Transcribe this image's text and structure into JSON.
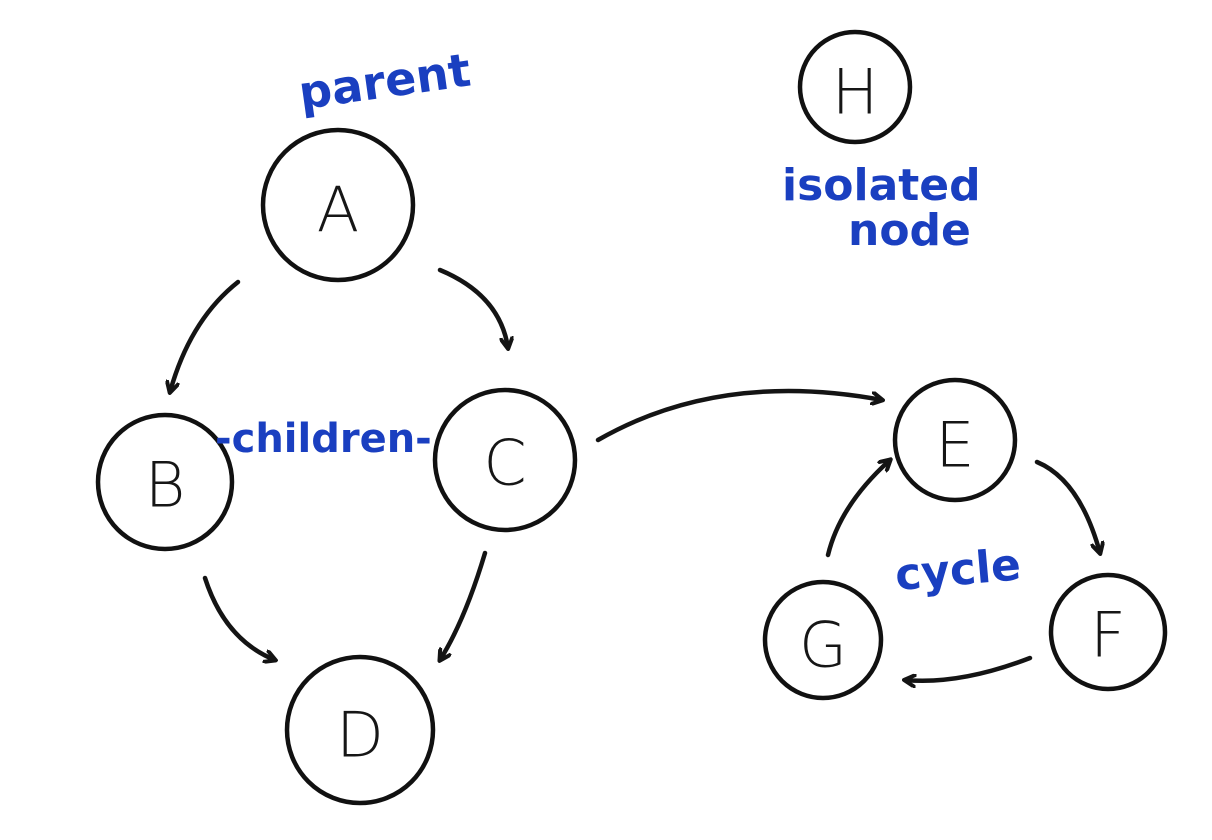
{
  "diagram": {
    "stroke_color": "#111111",
    "annotation_color": "#1a3fc0",
    "nodes": [
      {
        "id": "A",
        "label": "A"
      },
      {
        "id": "B",
        "label": "B"
      },
      {
        "id": "C",
        "label": "C"
      },
      {
        "id": "D",
        "label": "D"
      },
      {
        "id": "E",
        "label": "E"
      },
      {
        "id": "F",
        "label": "F"
      },
      {
        "id": "G",
        "label": "G"
      },
      {
        "id": "H",
        "label": "H"
      }
    ],
    "edges": [
      {
        "from": "A",
        "to": "B"
      },
      {
        "from": "A",
        "to": "C"
      },
      {
        "from": "B",
        "to": "D"
      },
      {
        "from": "C",
        "to": "D"
      },
      {
        "from": "C",
        "to": "E"
      },
      {
        "from": "E",
        "to": "F"
      },
      {
        "from": "F",
        "to": "G"
      },
      {
        "from": "G",
        "to": "E"
      }
    ],
    "annotations": {
      "parent": "parent",
      "children": "-children-",
      "isolated_line1": "isolated",
      "isolated_line2": "node",
      "cycle": "cycle"
    }
  }
}
